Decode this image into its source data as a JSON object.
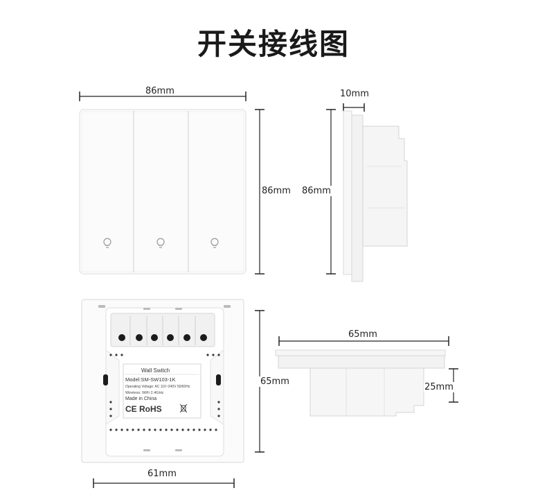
{
  "title": "开关接线图",
  "front_view": {
    "width_label": "86mm",
    "height_label": "86mm"
  },
  "side_view": {
    "depth_label": "10mm",
    "height_label": "86mm"
  },
  "back_view": {
    "height_label": "65mm",
    "width_label": "61mm",
    "product_label": {
      "name": "Wall Switch",
      "model": "Model:SM-SW103-1K",
      "voltage": "Operating Voltage: AC 110~240V  50/60Hz",
      "wireless": "Wireless: WiFi 2.4GHz",
      "origin": "Made in China",
      "marks": "CE RoHS"
    }
  },
  "bottom_view": {
    "width_label": "65mm",
    "depth_label": "25mm"
  }
}
